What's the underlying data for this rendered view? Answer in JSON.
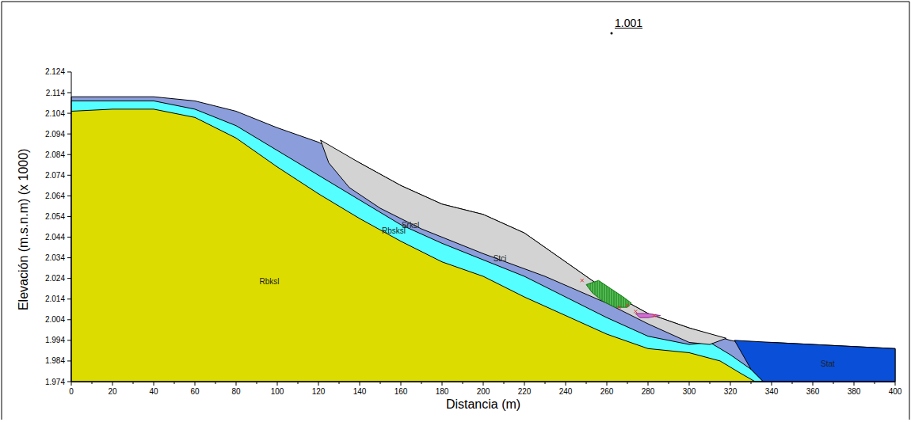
{
  "diagram": {
    "nodes": [
      {
        "text": [
          "Rbksl"
        ]
      },
      {
        "text": [
          "Rbsksl"
        ]
      },
      {
        "text": [
          "Srksl"
        ]
      },
      {
        "text": [
          "Stci"
        ]
      },
      {
        "text": [
          "Stat"
        ]
      }
    ],
    "labels": [
      "1.001",
      "2.124",
      "2.114",
      "2.104",
      "2.094",
      "2.084",
      "2.074",
      "2.064",
      "2.054",
      "2.044",
      "2.034",
      "2.024",
      "2.014",
      "2.004",
      "1.994",
      "1.984",
      "1.974",
      "0",
      "20",
      "40",
      "60",
      "80",
      "100",
      "120",
      "140",
      "160",
      "180",
      "200",
      "220",
      "240",
      "260",
      "280",
      "300",
      "320",
      "340",
      "360",
      "380",
      "400",
      "Elevación (m.s.n.m) (x 1000)",
      "Distancia (m)"
    ]
  }
}
